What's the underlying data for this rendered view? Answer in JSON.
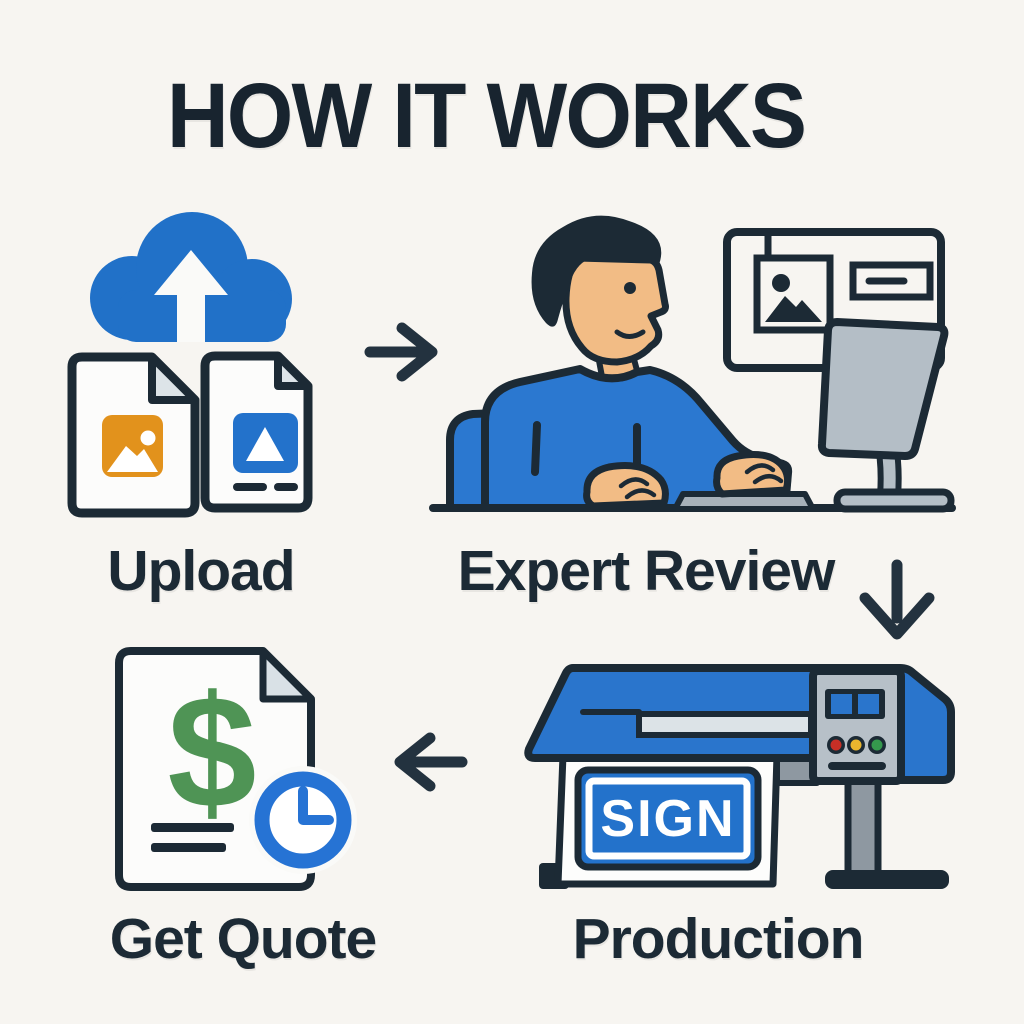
{
  "title": "HOW IT WORKS",
  "steps": {
    "upload": {
      "label": "Upload",
      "icon": "cloud-upload-with-files"
    },
    "expert_review": {
      "label": "Expert Review",
      "icon": "person-reviewing-at-computer"
    },
    "production": {
      "label": "Production",
      "icon": "large-format-printer",
      "sign_text": "SIGN"
    },
    "get_quote": {
      "label": "Get Quote",
      "icon": "quote-document-with-clock",
      "dollar_symbol": "$"
    }
  },
  "flow_arrows": [
    {
      "from": "upload",
      "to": "expert_review",
      "direction": "right"
    },
    {
      "from": "expert_review",
      "to": "production",
      "direction": "down"
    },
    {
      "from": "production",
      "to": "get_quote",
      "direction": "left"
    }
  ],
  "colors": {
    "background": "#f7f5f1",
    "ink": "#1c2a35",
    "primary_blue": "#2372cb",
    "shirt_blue": "#2b78d0",
    "accent_orange": "#e2921c",
    "dollar_green": "#4f9455",
    "clock_blue": "#2673d4",
    "device_gray": "#b7c0c8",
    "skin": "#f2bc85",
    "button_red": "#c72f26",
    "button_yellow": "#eab62e",
    "button_green": "#35984d"
  }
}
